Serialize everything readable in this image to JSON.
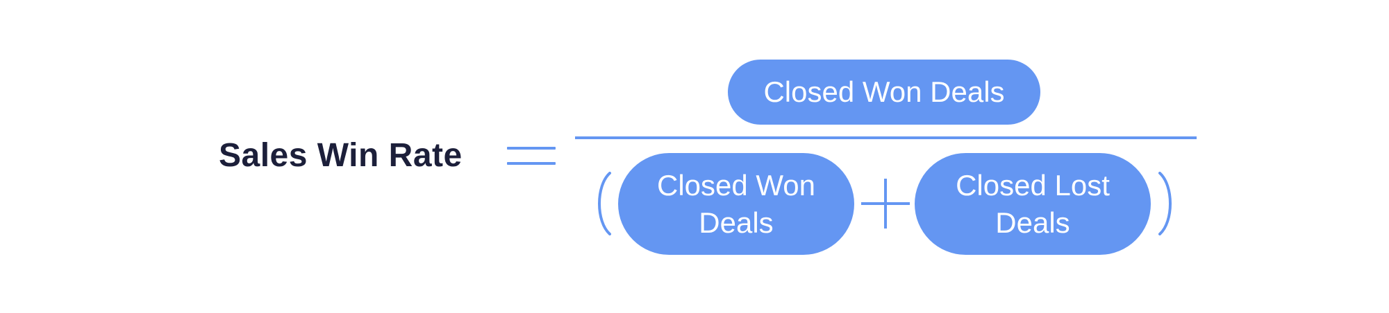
{
  "formula": {
    "lhs": "Sales Win Rate",
    "numerator": "Closed Won Deals",
    "denominator_left": "Closed Won Deals",
    "denominator_right": "Closed Lost Deals"
  },
  "colors": {
    "accent": "#6496f2",
    "text_dark": "#1c1f3a",
    "pill_text": "#ffffff",
    "background": "#ffffff"
  }
}
